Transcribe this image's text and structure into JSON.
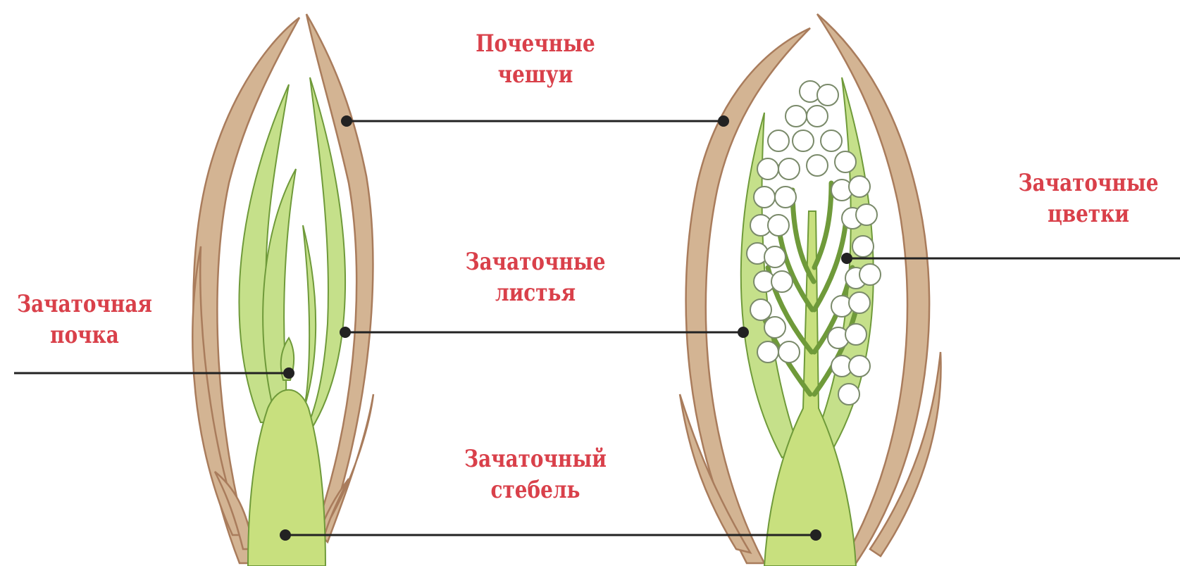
{
  "colors": {
    "label": "#d9404a",
    "scale_brown": "#a97c5c",
    "scale_fill": "#d3b493",
    "leaf_green": "#c5e08a",
    "leaf_edge": "#6f9a3a",
    "stem": "#c8e07e",
    "flower_fill": "#ffffff",
    "flower_edge": "#7a8a6a",
    "leader_line": "#222222"
  },
  "labels": {
    "bud_scales": {
      "line1": "Почечные",
      "line2": "чешуи"
    },
    "embryonic_flowers": {
      "line1": "Зачаточные",
      "line2": "цветки"
    },
    "embryonic_leaves": {
      "line1": "Зачаточные",
      "line2": "листья"
    },
    "embryonic_bud": {
      "line1": "Зачаточная",
      "line2": "почка"
    },
    "embryonic_stem": {
      "line1": "Зачаточный",
      "line2": "стебель"
    }
  }
}
